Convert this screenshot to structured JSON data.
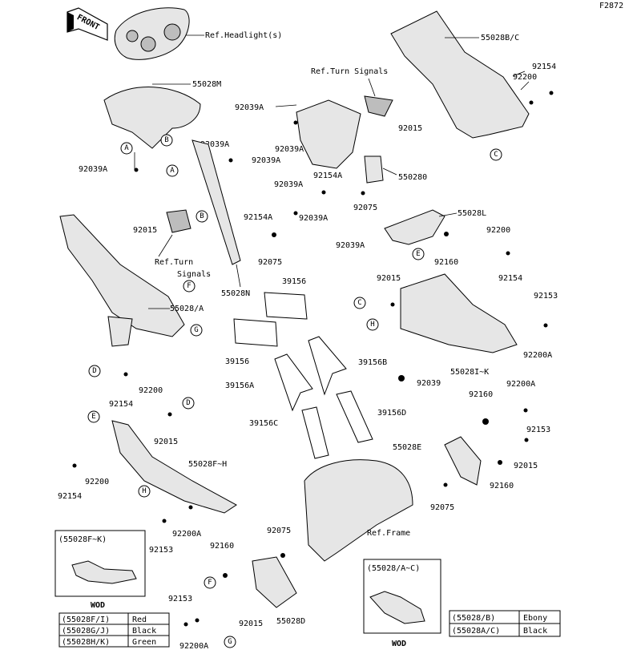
{
  "figure_id": "F2872",
  "front_label": "FRONT",
  "callouts": {
    "ref_headlights": "Ref.Headlight(s)",
    "ref_turn_signals_top": "Ref.Turn Signals",
    "ref_turn_signals_left_1": "Ref.Turn",
    "ref_turn_signals_left_2": "Signals",
    "ref_frame": "Ref.Frame"
  },
  "part_numbers": {
    "p55028B_C": "55028B/C",
    "p92154_a": "92154",
    "p92200_a": "92200",
    "p55028M": "55028M",
    "p92039A_1": "92039A",
    "p92015_a": "92015",
    "p92039A_2": "92039A",
    "p92039A_3": "92039A",
    "p92039A_4": "92039A",
    "p92039A_5": "92039A",
    "p92154A_a": "92154A",
    "p550280": "550280",
    "p92039A_6": "92039A",
    "p92075_a": "92075",
    "p55028L": "55028L",
    "p92154A_b": "92154A",
    "p92039A_7": "92039A",
    "p92015_b": "92015",
    "p92075_b": "92075",
    "p92039A_8": "92039A",
    "p92160_a": "92160",
    "p92200_b": "92200",
    "p92154_b": "92154",
    "p55028N": "55028N",
    "p39156_a": "39156",
    "p92015_c": "92015",
    "p92153_a": "92153",
    "p55028A": "55028/A",
    "p92200A_a": "92200A",
    "p39156_b": "39156",
    "p39156B": "39156B",
    "p55028I_K": "55028I~K",
    "p39156A": "39156A",
    "p92039": "92039",
    "p92200_c": "92200",
    "p92154_c": "92154",
    "p92160_b": "92160",
    "p92200A_b": "92200A",
    "p39156D": "39156D",
    "p92015_d": "92015",
    "p39156C": "39156C",
    "p92153_b": "92153",
    "p55028E": "55028E",
    "p55028F_H": "55028F~H",
    "p92200_d": "92200",
    "p92015_e": "92015",
    "p92154_d": "92154",
    "p92160_c": "92160",
    "p92075_c": "92075",
    "p92200A_c": "92200A",
    "p92153_c": "92153",
    "p92075_d": "92075",
    "p92160_d": "92160",
    "p92153_d": "92153",
    "p92015_f": "92015",
    "p55028D": "55028D",
    "p92200A_d": "92200A"
  },
  "circle_refs": {
    "A1": "A",
    "B1": "B",
    "A2": "A",
    "B2": "B",
    "C1": "C",
    "E1": "E",
    "F1": "F",
    "G1": "G",
    "C2": "C",
    "H1": "H",
    "D1": "D",
    "D2": "D",
    "E2": "E",
    "H2": "H",
    "F2": "F",
    "G2": "G"
  },
  "inset_left": {
    "title": "(55028F~K)",
    "caption": "WOD",
    "rows": [
      {
        "part": "(55028F/I)",
        "color": "Red"
      },
      {
        "part": "(55028G/J)",
        "color": "Black"
      },
      {
        "part": "(55028H/K)",
        "color": "Green"
      }
    ]
  },
  "inset_right": {
    "title": "(55028/A~C)",
    "caption": "WOD",
    "rows": [
      {
        "part": "(55028/B)",
        "color": "Ebony"
      },
      {
        "part": "(55028A/C)",
        "color": "Black"
      }
    ]
  }
}
